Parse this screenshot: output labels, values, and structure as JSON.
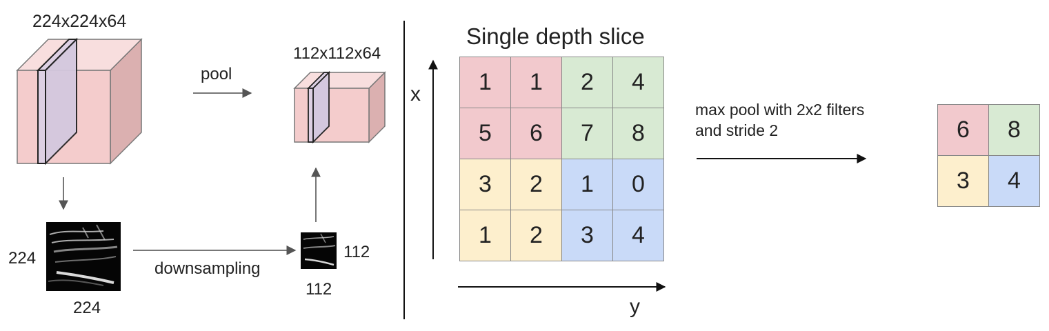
{
  "left": {
    "volume_dims": "224x224x64",
    "pool_label": "pool",
    "pooled_dims": "112x112x64",
    "slice_height": "224",
    "slice_width": "224",
    "downsampling_label": "downsampling",
    "small_slice_height": "112",
    "small_slice_width": "112"
  },
  "right": {
    "title": "Single depth slice",
    "x_axis": "x",
    "y_axis": "y",
    "grid": [
      [
        1,
        1,
        2,
        4
      ],
      [
        5,
        6,
        7,
        8
      ],
      [
        3,
        2,
        1,
        0
      ],
      [
        1,
        2,
        3,
        4
      ]
    ],
    "caption_line1": "max pool with 2x2 filters",
    "caption_line2": "and stride 2",
    "output": [
      [
        6,
        8
      ],
      [
        3,
        4
      ]
    ]
  },
  "colors": {
    "red": "#f2c9cd",
    "green": "#d8ead3",
    "yellow": "#fdefcd",
    "blue": "#c9daf8",
    "cube_front": "#f4cccc",
    "cube_top": "#f8dede",
    "cube_side": "#dbb0b0",
    "slice_fill": "#ddd0e3"
  }
}
